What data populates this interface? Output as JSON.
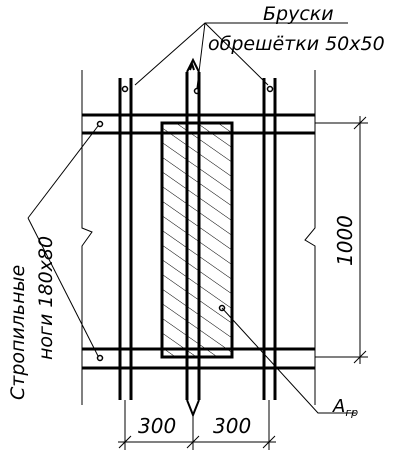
{
  "labels": {
    "batten_title_line1": "Бруски",
    "batten_title_line2": "обрешётки 50х50",
    "rafter_title_line1": "Стропильные",
    "rafter_title_line2": "ноги 180х80",
    "area_label": "A",
    "area_subscript": "гр"
  },
  "dimensions": {
    "height": "1000",
    "spacing_left": "300",
    "spacing_right": "300"
  }
}
